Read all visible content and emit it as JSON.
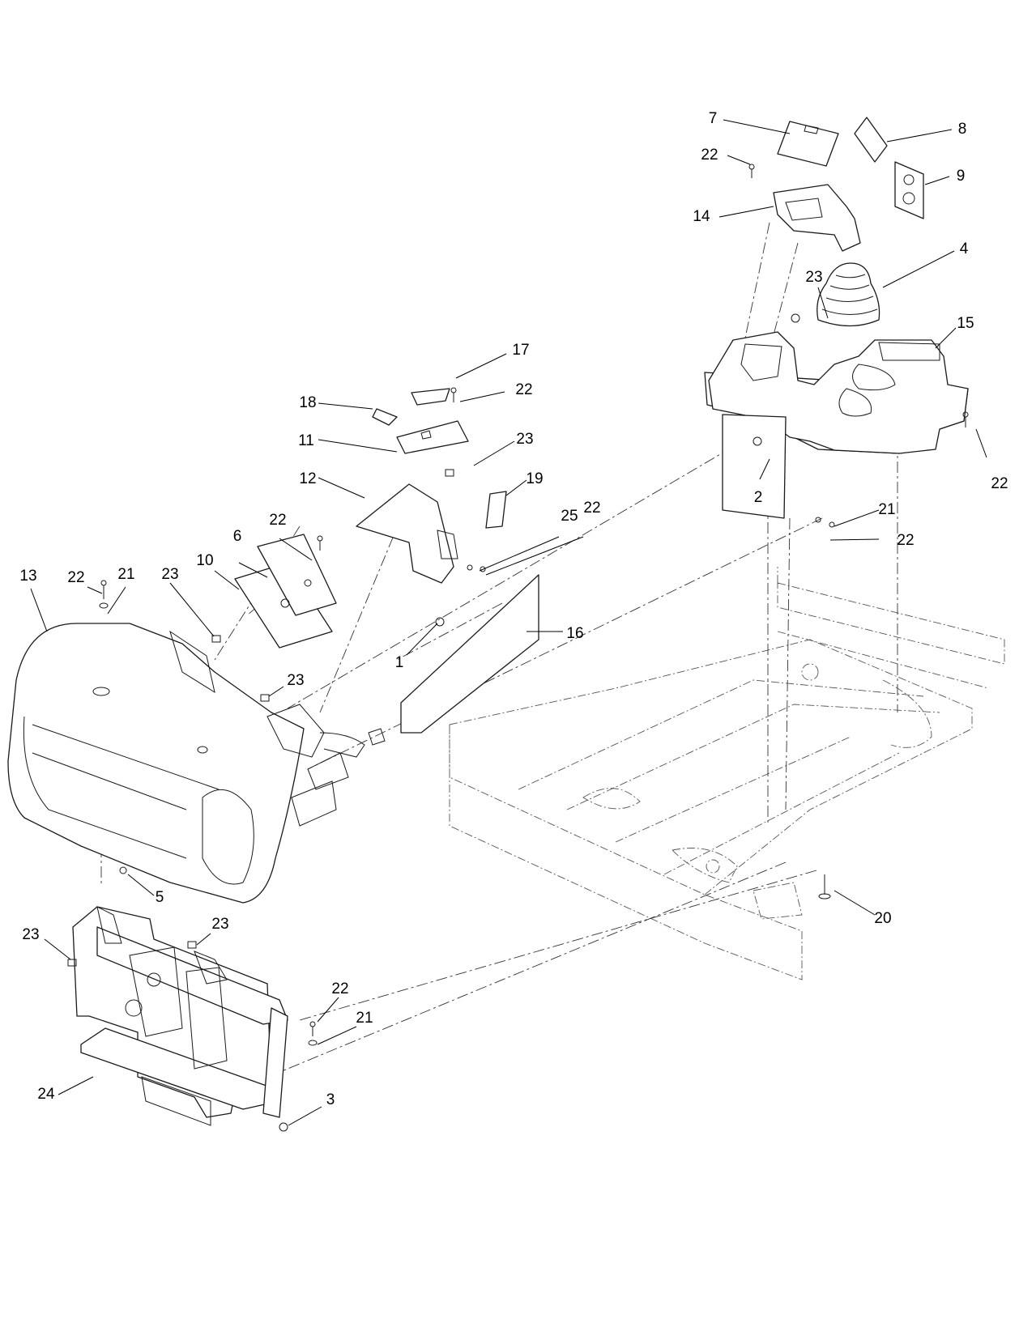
{
  "callouts": [
    {
      "id": "c1",
      "label": "7"
    },
    {
      "id": "c2",
      "label": "8"
    },
    {
      "id": "c3",
      "label": "22"
    },
    {
      "id": "c4",
      "label": "9"
    },
    {
      "id": "c5",
      "label": "14"
    },
    {
      "id": "c6",
      "label": "4"
    },
    {
      "id": "c7",
      "label": "23"
    },
    {
      "id": "c8",
      "label": "15"
    },
    {
      "id": "c9",
      "label": "17"
    },
    {
      "id": "c10",
      "label": "22"
    },
    {
      "id": "c11",
      "label": "18"
    },
    {
      "id": "c12",
      "label": "11"
    },
    {
      "id": "c13",
      "label": "23"
    },
    {
      "id": "c14",
      "label": "12"
    },
    {
      "id": "c15",
      "label": "19"
    },
    {
      "id": "c16",
      "label": "25"
    },
    {
      "id": "c17",
      "label": "22"
    },
    {
      "id": "c18",
      "label": "2"
    },
    {
      "id": "c19",
      "label": "22"
    },
    {
      "id": "c20",
      "label": "21"
    },
    {
      "id": "c21",
      "label": "22"
    },
    {
      "id": "c22",
      "label": "22"
    },
    {
      "id": "c23",
      "label": "6"
    },
    {
      "id": "c24",
      "label": "10"
    },
    {
      "id": "c25",
      "label": "13"
    },
    {
      "id": "c26",
      "label": "22"
    },
    {
      "id": "c27",
      "label": "21"
    },
    {
      "id": "c28",
      "label": "23"
    },
    {
      "id": "c29",
      "label": "16"
    },
    {
      "id": "c30",
      "label": "1"
    },
    {
      "id": "c31",
      "label": "23"
    },
    {
      "id": "c32",
      "label": "5"
    },
    {
      "id": "c33",
      "label": "23"
    },
    {
      "id": "c34",
      "label": "23"
    },
    {
      "id": "c35",
      "label": "20"
    },
    {
      "id": "c36",
      "label": "22"
    },
    {
      "id": "c37",
      "label": "21"
    },
    {
      "id": "c38",
      "label": "24"
    },
    {
      "id": "c39",
      "label": "3"
    }
  ]
}
